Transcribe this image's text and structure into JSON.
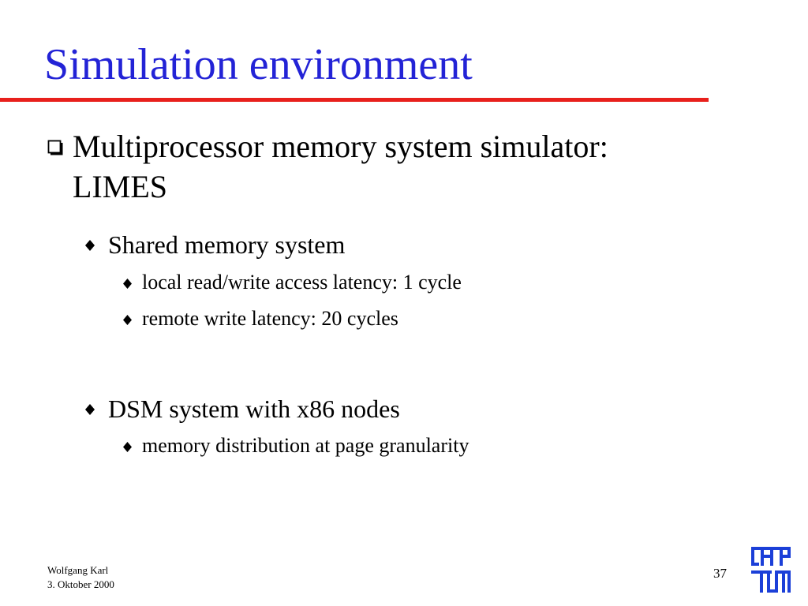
{
  "slide": {
    "title": "Simulation environment",
    "bullets": [
      {
        "text": "Multiprocessor memory system simulator: LIMES",
        "children": [
          {
            "text": "Shared memory system",
            "children": [
              "local read/write access latency: 1 cycle",
              "remote write latency: 20 cycles"
            ]
          },
          {
            "text": "DSM system with x86 nodes",
            "children": [
              "memory distribution at page granularity"
            ]
          }
        ]
      }
    ]
  },
  "footer": {
    "author": "Wolfgang Karl",
    "date": "3. Oktober 2000",
    "page_number": "37"
  },
  "colors": {
    "title": "#2323d6",
    "rule": "#e8201c",
    "logo": "#1b3fd8"
  },
  "icons": {
    "level1_bullet": "hollow-square-bullet-icon",
    "level2_bullet": "diamond-bullet-icon",
    "logo": "tum-logo-icon"
  }
}
